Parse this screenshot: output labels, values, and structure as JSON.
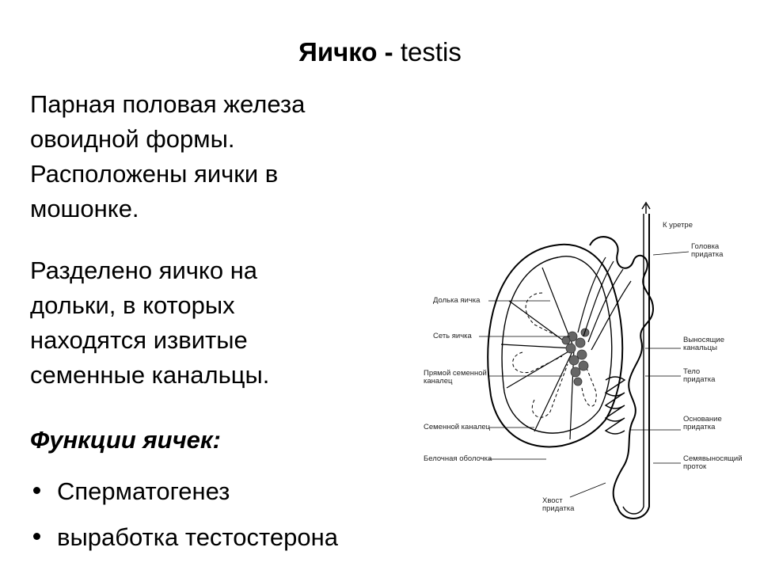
{
  "title": {
    "bold": "Яичко -",
    "rest": "testis"
  },
  "paragraphs": [
    "Парная половая железа\nовоидной формы.\nРасположены яички в\nмошонке.",
    "Разделено яичко на\nдольки, в которых\nнаходятся извитые\nсеменные канальцы."
  ],
  "functions_heading": "Функции яичек:",
  "bullets": [
    "Сперматогенез",
    "выработка тестостерона"
  ],
  "diagram": {
    "labels": {
      "to_urethra": "К уретре",
      "head": "Головка\nпридатка",
      "lobule": "Долька яичка",
      "rete": "Сеть яичка",
      "efferent": "Выносящие\nканальцы",
      "straight": "Прямой семенной\nканалец",
      "body": "Тело\nпридатка",
      "seminiferous": "Семенной каналец",
      "base": "Основание\nпридатка",
      "albuginea": "Белочная оболочка",
      "vas": "Семявыносящий\nпроток",
      "tail": "Хвост\nпридатка"
    }
  }
}
